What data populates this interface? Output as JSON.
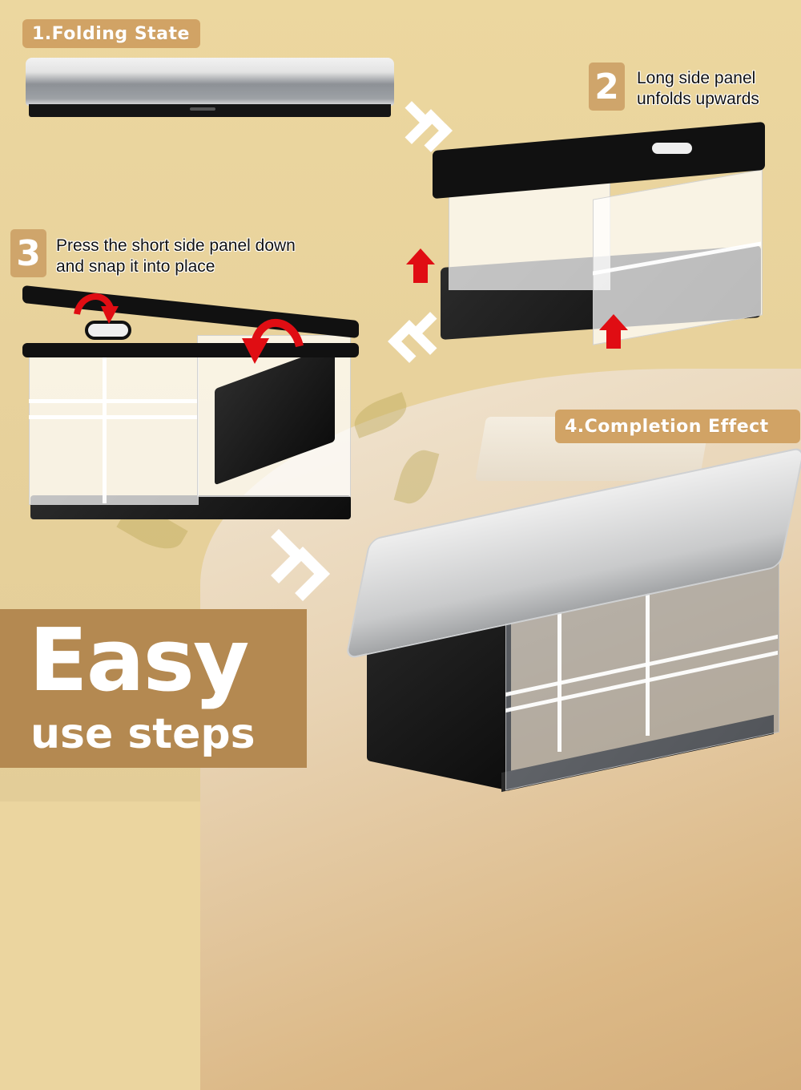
{
  "image": {
    "description": "Product infographic: foldable storage crate assembly steps",
    "colors": {
      "background": "#ebd59f",
      "label_bg": "#d1a365",
      "badge_bg": "#cfa56b",
      "panel_bg": "#b48951",
      "arrow_red": "#e00d13",
      "label_text": "#ffffff",
      "step_text": "#111111"
    }
  },
  "steps": [
    {
      "id": 1,
      "label": "1.Folding State",
      "type": "pill-label"
    },
    {
      "id": 2,
      "badge": "2",
      "lines": [
        "Long side panel",
        "unfolds upwards"
      ],
      "type": "numbered"
    },
    {
      "id": 3,
      "badge": "3",
      "lines": [
        "Press the short side panel down",
        "and snap it into place"
      ],
      "type": "numbered"
    },
    {
      "id": 4,
      "label": "4.Completion Effect",
      "type": "pill-label"
    }
  ],
  "headline": {
    "big": "Easy",
    "small": "use steps"
  },
  "icons": {
    "chevrons_step1_to_2": "double-chevron-right-icon",
    "chevrons_step2_to_3": "double-chevron-left-icon",
    "chevrons_step3_to_4": "double-chevron-right-icon",
    "step2_arrows": "red-up-arrow-icon",
    "step3_arrows": "red-curved-down-arrow-icon"
  }
}
